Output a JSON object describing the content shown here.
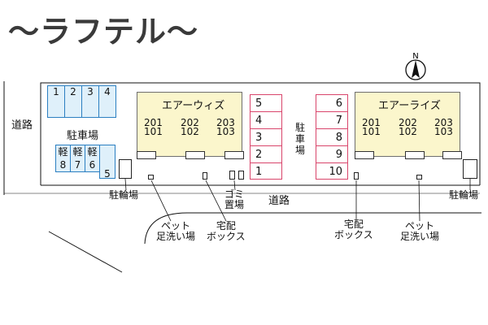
{
  "title": "〜ラフテル〜",
  "compass": {
    "label": "N"
  },
  "labels": {
    "road_left": "道路",
    "road_bottom": "道路",
    "parking_main": "駐車場",
    "parking_center": "駐\n車\n場",
    "bike_left": "駐輪場",
    "bike_right": "駐輪場",
    "garbage": "ゴミ\n置場",
    "delivery_left": "宅配\nボックス",
    "delivery_right": "宅配\nボックス",
    "pet_left": "ペット\n足洗い場",
    "pet_right": "ペット\n足洗い場"
  },
  "parking_blue_top": [
    "1",
    "2",
    "3",
    "4"
  ],
  "parking_light": [
    {
      "top": "軽",
      "bottom": "8"
    },
    {
      "top": "軽",
      "bottom": "7"
    },
    {
      "top": "軽",
      "bottom": "6"
    }
  ],
  "parking_blue_extra": "5",
  "parking_pink_left": [
    "5",
    "4",
    "3",
    "2",
    "1"
  ],
  "parking_pink_right": [
    "6",
    "7",
    "8",
    "9",
    "10"
  ],
  "buildings": [
    {
      "name": "エアーウィズ",
      "units": [
        [
          "201",
          "101"
        ],
        [
          "202",
          "102"
        ],
        [
          "203",
          "103"
        ]
      ]
    },
    {
      "name": "エアーライズ",
      "units": [
        [
          "201",
          "101"
        ],
        [
          "202",
          "102"
        ],
        [
          "203",
          "103"
        ]
      ]
    }
  ],
  "colors": {
    "blue_lot": "#2b7fc1",
    "pink_lot": "#d9456b",
    "building": "#fbf6cc"
  }
}
